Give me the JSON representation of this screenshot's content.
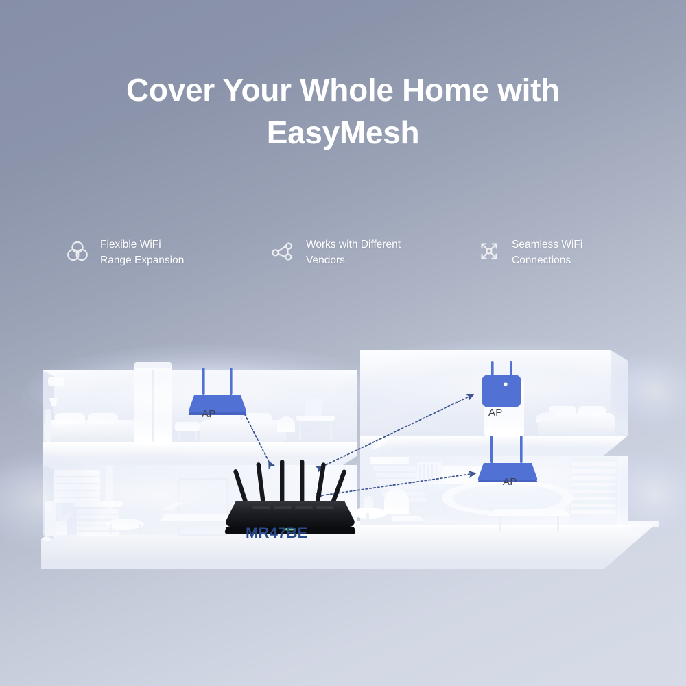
{
  "page": {
    "background_top": "#868FA6",
    "background_bottom": "#D6DBE7"
  },
  "headline": {
    "line1": "Cover Your Whole Home with",
    "line2": "EasyMesh",
    "color": "#FFFFFF"
  },
  "features": [
    {
      "icon": "three-overlapping-circles-icon",
      "label": "Flexible WiFi\nRange Expansion"
    },
    {
      "icon": "network-share-nodes-icon",
      "label": "Works with Different\nVendors"
    },
    {
      "icon": "four-arrows-expand-icon",
      "label": "Seamless WiFi\nConnections"
    }
  ],
  "scene": {
    "accent_blue": "#5271D4",
    "router_label_color": "#2B4A8B",
    "devices": [
      {
        "id": "router",
        "label": "MR47BE",
        "type": "main-router",
        "color": "#1A1A1F",
        "antennas": 6
      },
      {
        "id": "ap-upstairs-left",
        "label": "AP",
        "type": "access-point-horizontal",
        "color": "#5271D4",
        "antennas": 2
      },
      {
        "id": "ap-upstairs-right",
        "label": "AP",
        "type": "access-point-vertical",
        "color": "#5271D4",
        "antennas": 2
      },
      {
        "id": "ap-downstairs-right",
        "label": "AP",
        "type": "access-point-horizontal",
        "color": "#5271D4",
        "antennas": 2
      }
    ],
    "links": [
      {
        "from": "router",
        "to": "ap-upstairs-left",
        "style": "dotted-double-arrow"
      },
      {
        "from": "router",
        "to": "ap-upstairs-right",
        "style": "dotted-double-arrow"
      },
      {
        "from": "router",
        "to": "ap-downstairs-right",
        "style": "dotted-double-arrow"
      }
    ],
    "wifi_waves": "translucent-ellipses"
  }
}
